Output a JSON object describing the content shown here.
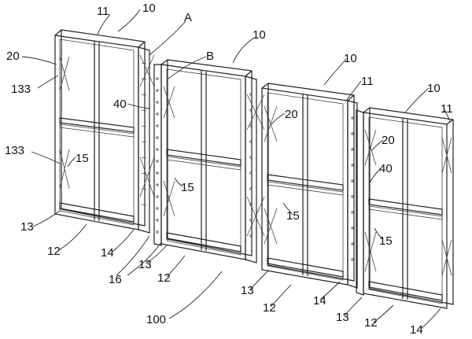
{
  "figure": {
    "panels": [
      {
        "name": "panel-1"
      },
      {
        "name": "panel-2"
      },
      {
        "name": "panel-3"
      },
      {
        "name": "panel-4"
      }
    ]
  },
  "labels": [
    {
      "text": "11"
    },
    {
      "text": "10"
    },
    {
      "text": "A"
    },
    {
      "text": "20"
    },
    {
      "text": "133"
    },
    {
      "text": "B"
    },
    {
      "text": "10"
    },
    {
      "text": "40"
    },
    {
      "text": "133"
    },
    {
      "text": "15"
    },
    {
      "text": "13"
    },
    {
      "text": "12"
    },
    {
      "text": "14"
    },
    {
      "text": "16"
    },
    {
      "text": "15"
    },
    {
      "text": "13"
    },
    {
      "text": "12"
    },
    {
      "text": "10"
    },
    {
      "text": "11"
    },
    {
      "text": "20"
    },
    {
      "text": "15"
    },
    {
      "text": "13"
    },
    {
      "text": "12"
    },
    {
      "text": "14"
    },
    {
      "text": "10"
    },
    {
      "text": "11"
    },
    {
      "text": "20"
    },
    {
      "text": "40"
    },
    {
      "text": "15"
    },
    {
      "text": "13"
    },
    {
      "text": "12"
    },
    {
      "text": "14"
    },
    {
      "text": "100"
    }
  ]
}
